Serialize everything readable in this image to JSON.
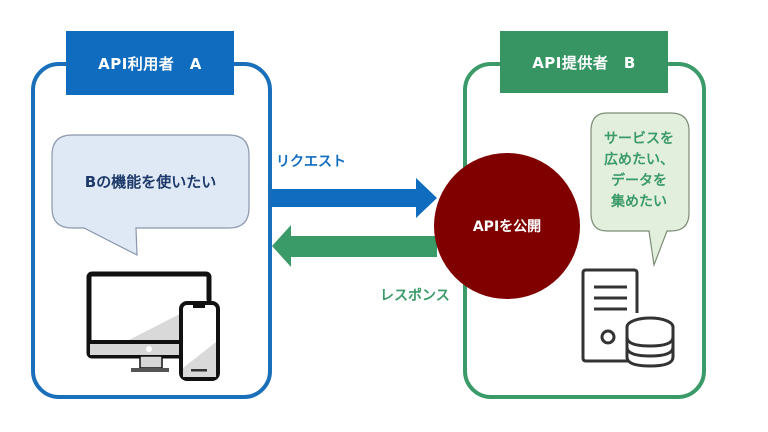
{
  "consumer": {
    "title": "API利用者　A",
    "speech": "Bの機能を使いたい",
    "device_icon": "desktop-and-smartphone-icon",
    "color": "#0f6cbf"
  },
  "provider": {
    "title": "API提供者　B",
    "speech_lines": [
      "サービスを",
      "広めたい、",
      "データを",
      "集めたい"
    ],
    "server_icon": "server-database-icon",
    "color": "#369563"
  },
  "api": {
    "label": "APIを公開",
    "color": "#800000"
  },
  "flows": {
    "request": {
      "label": "リクエスト",
      "color": "#0f6cbf",
      "direction": "right"
    },
    "response": {
      "label": "レスポンス",
      "color": "#3a9a68",
      "direction": "left"
    }
  }
}
